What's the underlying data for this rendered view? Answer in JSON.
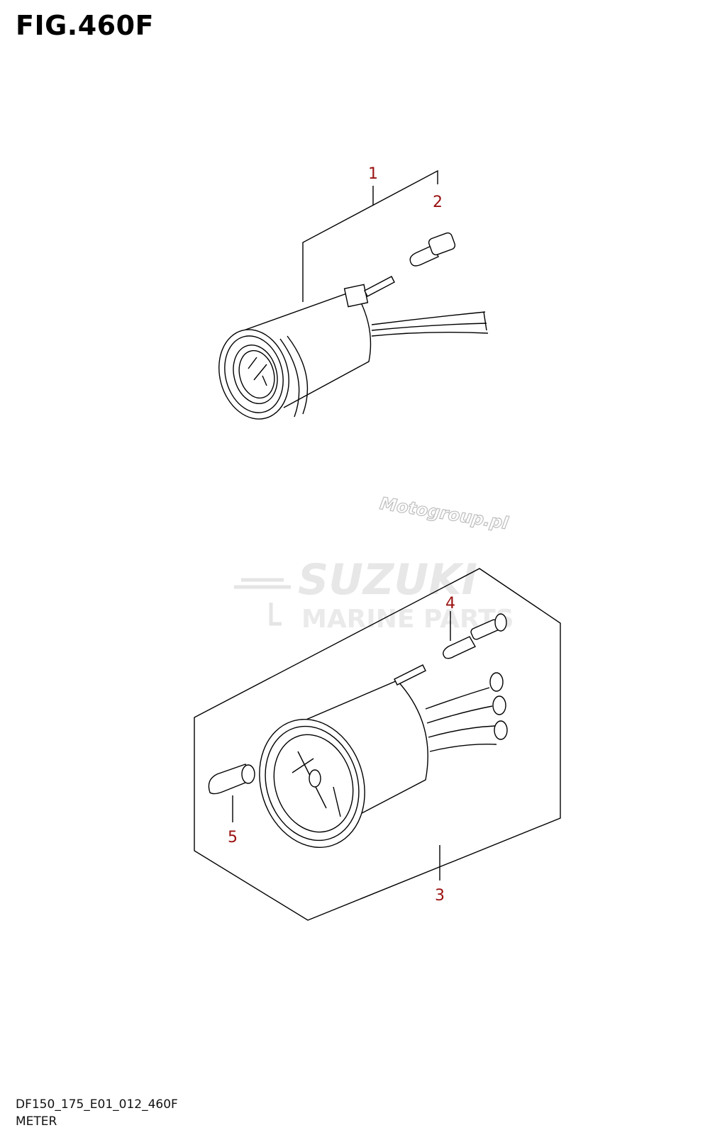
{
  "figure": {
    "title": "FIG.460F"
  },
  "footer": {
    "code": "DF150_175_E01_012_460F",
    "name": "METER"
  },
  "callouts": {
    "c1": "1",
    "c2": "2",
    "c3": "3",
    "c4": "4",
    "c5": "5"
  },
  "watermark": {
    "brand": "SUZUKI",
    "subtitle": "MARINE PARTS",
    "site": "Motogroup.pl"
  },
  "colors": {
    "line": "#000000",
    "callout": "#9a1010",
    "watermark": "#c8c8c8"
  }
}
